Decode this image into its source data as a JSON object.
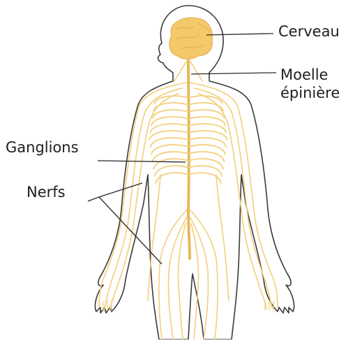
{
  "labels": {
    "cerveau": "Cerveau",
    "moelle_line1": "Moelle",
    "moelle_line2": "épinière",
    "ganglions": "Ganglions",
    "nerfs": "Nerfs"
  },
  "colors": {
    "body_outline": "#3a3a3a",
    "nerve": "#f2cf7a",
    "nerve_dark": "#e7b85a",
    "brain": "#f3c96a",
    "leader_line": "#2a2a2a",
    "text": "#1e1e1e"
  }
}
